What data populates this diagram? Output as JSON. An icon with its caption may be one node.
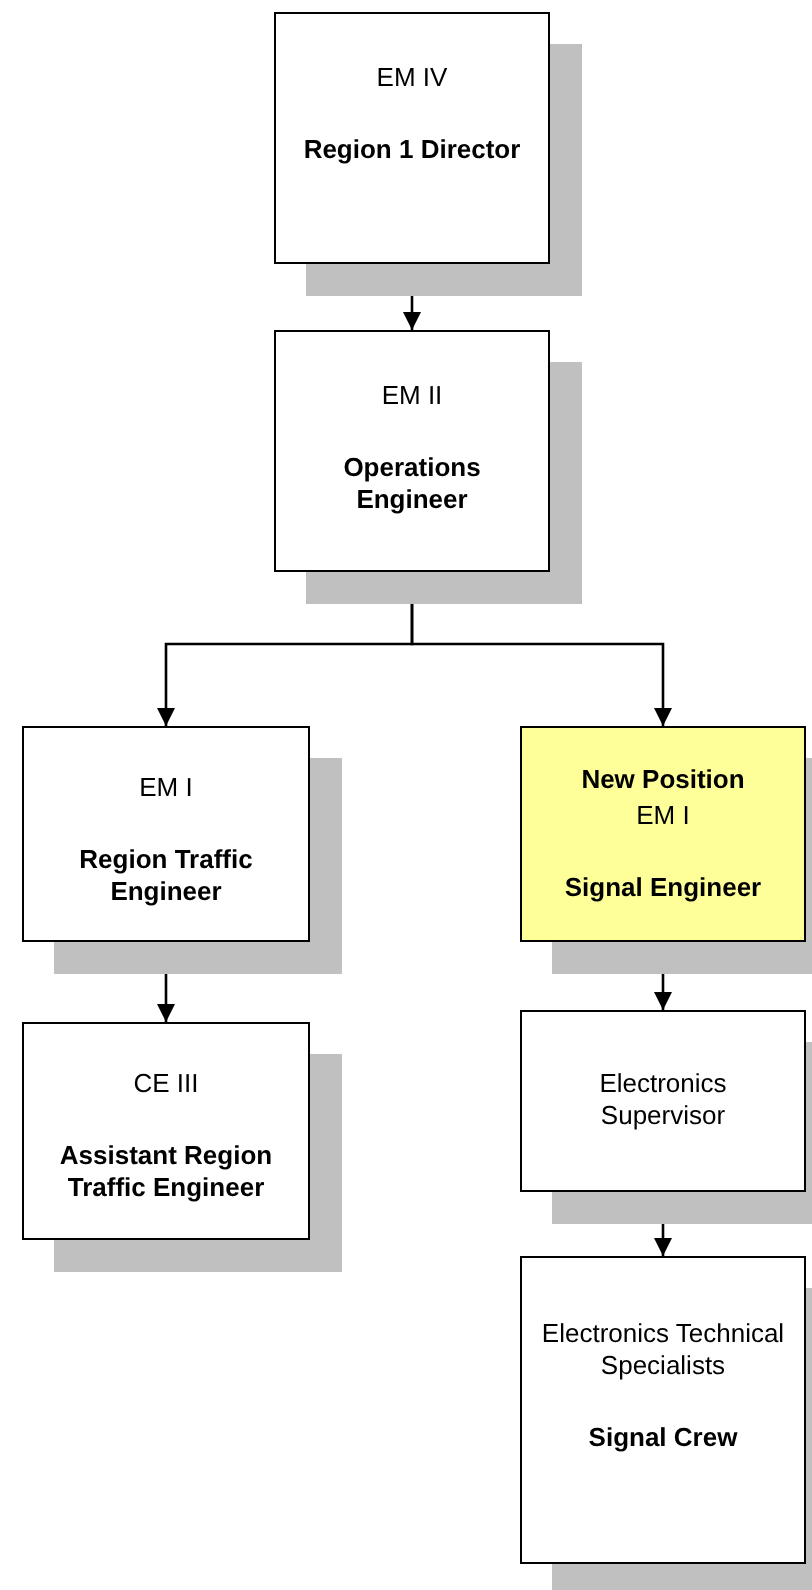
{
  "diagram": {
    "nodes": [
      {
        "text": [
          "EM IV",
          "Region 1 Director"
        ]
      },
      {
        "text": [
          "EM II",
          "Operations Engineer"
        ]
      },
      {
        "text": [
          "EM I",
          "Region Traffic Engineer"
        ]
      },
      {
        "text": [
          "New Position",
          "EM I",
          "Signal Engineer"
        ]
      },
      {
        "text": [
          "CE III",
          "Assistant Region Traffic Engineer"
        ]
      },
      {
        "text": [
          "Electronics Supervisor"
        ]
      },
      {
        "text": [
          "Electronics Technical Specialists",
          "Signal Crew"
        ]
      }
    ],
    "edges": [
      {
        "from": 0,
        "to": 1,
        "arrow": "to"
      },
      {
        "from": 1,
        "to": 2,
        "arrow": "to"
      },
      {
        "from": 1,
        "to": 3,
        "arrow": "to"
      },
      {
        "from": 2,
        "to": 4,
        "arrow": "to"
      },
      {
        "from": 3,
        "to": 5,
        "arrow": "to"
      },
      {
        "from": 5,
        "to": 6,
        "arrow": "to"
      }
    ]
  }
}
